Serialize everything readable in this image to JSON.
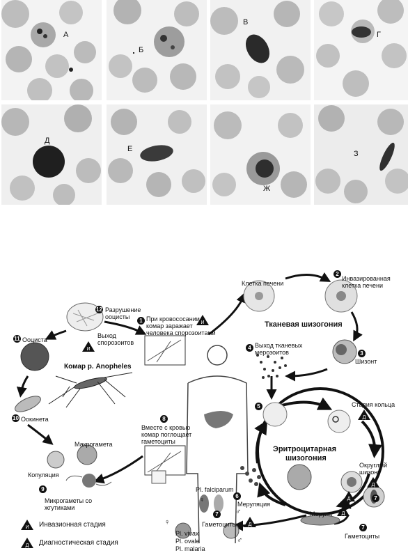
{
  "panels": [
    {
      "label": "А"
    },
    {
      "label": "Б"
    },
    {
      "label": "В"
    },
    {
      "label": "Г"
    },
    {
      "label": "Д"
    },
    {
      "label": "Е"
    },
    {
      "label": "Ж"
    },
    {
      "label": "З"
    }
  ],
  "diagram": {
    "mosquito_title": "Комар р. Anopheles",
    "tissue_title": "Тканевая шизогония",
    "erythro_title": "Эритроцитарная шизогония",
    "liver_cell": "Клетка печени",
    "invaded_cell_1": "Инвазированная",
    "invaded_cell_2": "клетка печени",
    "merozoite_release_1": "Выход тканевых",
    "merozoite_release_2": "мерозоитов",
    "schizont": "Шизонт",
    "ring_stage": "Стадия кольца",
    "round_schizont_1": "Округлый",
    "round_schizont_2": "шизонт",
    "morula": "Морула",
    "gametocytes_right": "Гаметоциты",
    "merulation": "Меруляция",
    "pl_falciparum": "Pl. falciparum",
    "gametocytes_left": "Гаметоциты",
    "pl_vivax": "Pl. vivax",
    "pl_ovale": "Pl. ovale",
    "pl_malaria": "Pl. malaria",
    "bite_1": "При кровососании",
    "bite_2": "комар заражает",
    "bite_3": "человека спорозоитами",
    "oocyst_rupture_1": "Разрушение",
    "oocyst_rupture_2": "ооцисты",
    "sporozoite_exit_1": "Выход",
    "sporozoite_exit_2": "спорозоитов",
    "oocyst": "Ооциста",
    "ookinete": "Оокинета",
    "macrogamete": "Макрогамета",
    "copulation": "Копуляция",
    "microgametes_1": "Микрогаметы со",
    "microgametes_2": "жгутиками",
    "mosquito_feed_1": "Вместе с кровью",
    "mosquito_feed_2": "комар поглощает",
    "mosquito_feed_3": "гаметоциты",
    "legend_invasive": "Инвазионная стадия",
    "legend_diagnostic": "Диагностическая стадия",
    "badge_i": "И",
    "badge_d": "Д",
    "female_symbol": "♀",
    "male_symbol": "♂",
    "numbers": [
      "1",
      "2",
      "3",
      "4",
      "5",
      "6",
      "7",
      "8",
      "9",
      "10",
      "11",
      "12"
    ]
  },
  "colors": {
    "arrow": "#111111",
    "rbc": "#b9b9b9",
    "background": "#ffffff"
  }
}
